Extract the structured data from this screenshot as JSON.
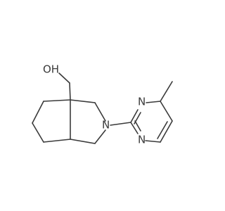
{
  "molecule": {
    "atom_labels": {
      "hydroxyl": "OH",
      "ring_nitrogen": "N",
      "pyrimidine_n_upper": "N",
      "pyrimidine_n_lower": "N"
    },
    "colors": {
      "bond": "#3a3a3a",
      "label": "#3a3a3a",
      "background": "#ffffff"
    }
  }
}
